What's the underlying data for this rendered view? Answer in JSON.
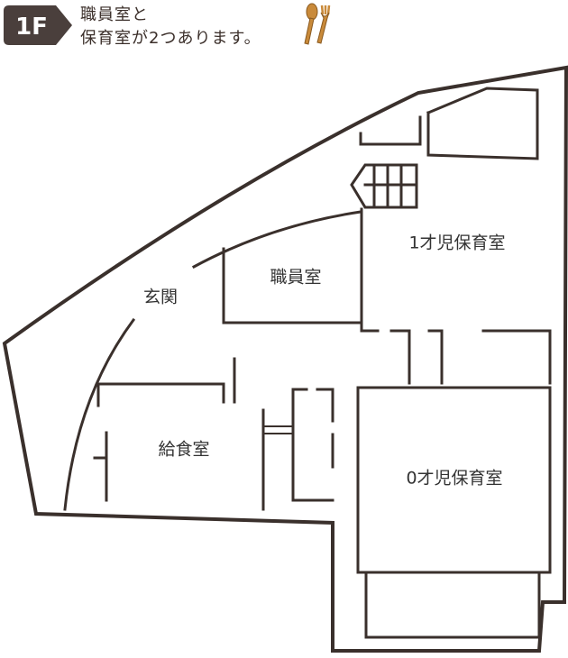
{
  "floor_badge": "1F",
  "heading": {
    "line1": "職員室と",
    "line2": "保育室が2つあります。"
  },
  "rooms": {
    "infant_1yr": "1才児保育室",
    "staff_room": "職員室",
    "entrance": "玄関",
    "kitchen": "給食室",
    "infant_0yr": "0才児保育室"
  },
  "colors": {
    "wall": "#3a302c",
    "badge": "#4a3f3c",
    "badge_text": "#ffffff",
    "text": "#333333",
    "icon_wood": "#c98a3a"
  },
  "icons": [
    "spoon-fork-icon"
  ]
}
